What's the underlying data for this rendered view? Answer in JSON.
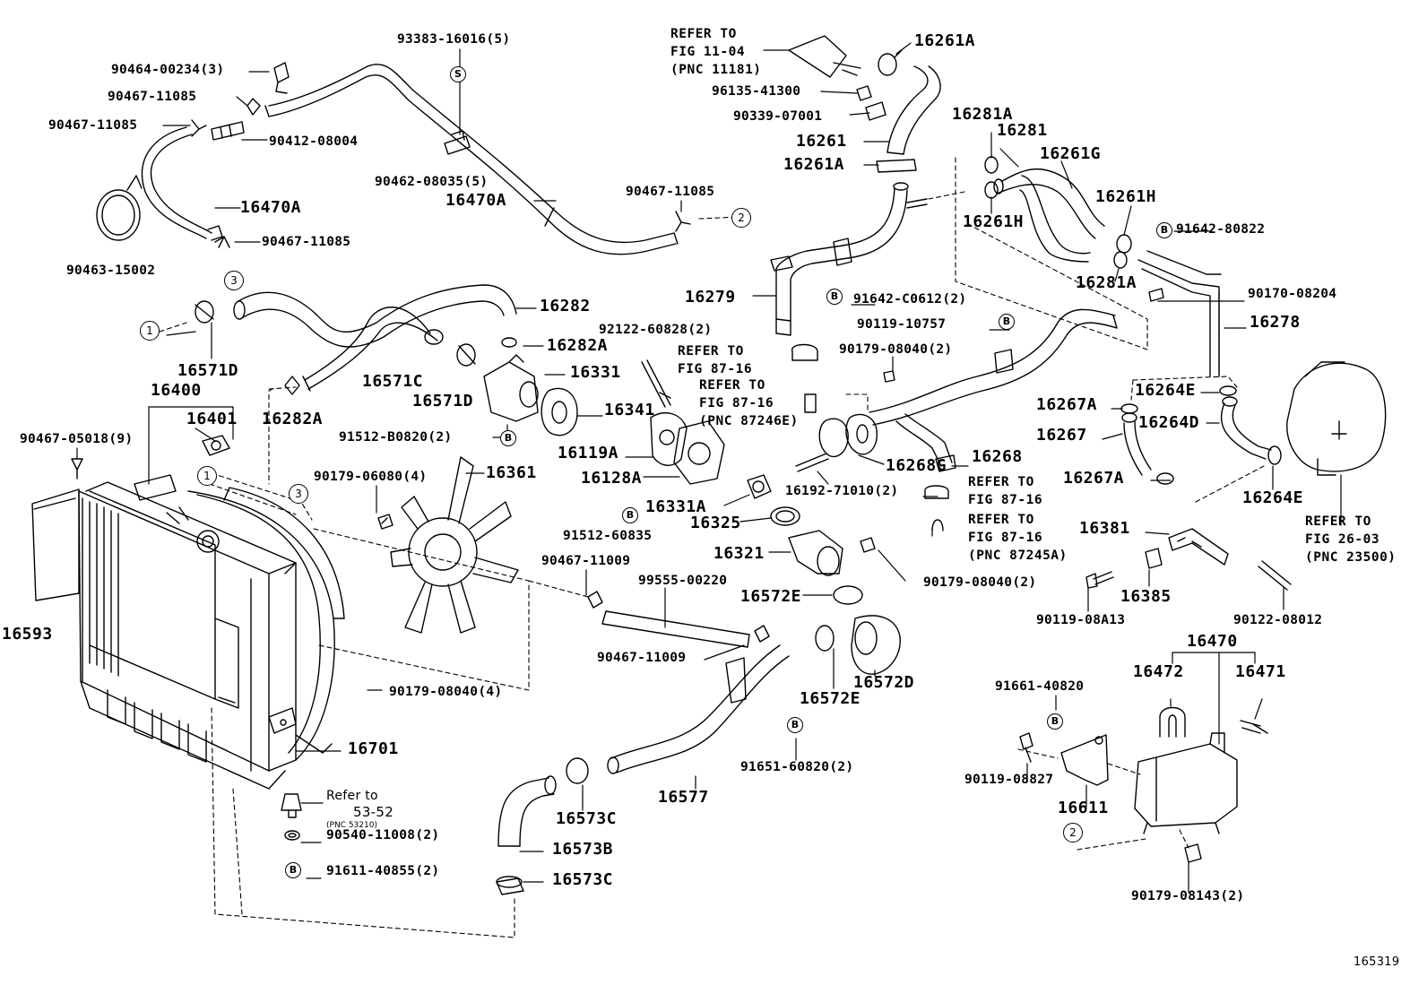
{
  "diagram_id": "165319",
  "callouts": {
    "c1": "1",
    "c2": "2",
    "c3": "3",
    "sym_b": "B",
    "sym_s": "S"
  },
  "labels": {
    "p93383": "93383-16016(5)",
    "p90464": "90464-00234(3)",
    "p90467a": "90467-11085",
    "p90467b": "90467-11085",
    "p90412": "90412-08004",
    "p90462": "90462-08035(5)",
    "p16470A_1": "16470A",
    "p16470A_2": "16470A",
    "p90467c": "90467-11085",
    "p90467d": "90467-11085",
    "p90463": "90463-15002",
    "p16282": "16282",
    "p16571D_1": "16571D",
    "p16282A_1": "16282A",
    "p16571C": "16571C",
    "p16571D_2": "16571D",
    "p16331": "16331",
    "p16282A_2": "16282A",
    "p16400": "16400",
    "p16401": "16401",
    "p90467e": "90467-05018(9)",
    "p91512b": "91512-B0820(2)",
    "p92122": "92122-60828(2)",
    "p16341": "16341",
    "p16119A": "16119A",
    "p16128A": "16128A",
    "p90179a": "90179-06080(4)",
    "p16361": "16361",
    "p16331A": "16331A",
    "p16325": "16325",
    "p91512c": "91512-60835",
    "p16321": "16321",
    "p16593": "16593",
    "p90467f": "90467-11009",
    "p99555": "99555-00220",
    "p90467g": "90467-11009",
    "p16572E_1": "16572E",
    "p16572E_2": "16572E",
    "p16572D": "16572D",
    "p90179b": "90179-08040(4)",
    "p16701": "16701",
    "p91651": "91651-60820(2)",
    "p16577": "16577",
    "p16573C_1": "16573C",
    "p16573B": "16573B",
    "p16573C_2": "16573C",
    "p90540": "90540-11008(2)",
    "p91611": "91611-40855(2)",
    "p16261A_1": "16261A",
    "p96135": "96135-41300",
    "p90339": "90339-07001",
    "p16261": "16261",
    "p16261A_2": "16261A",
    "p16281A_1": "16281A",
    "p16281": "16281",
    "p16261G": "16261G",
    "p16261H_1": "16261H",
    "p16261H_2": "16261H",
    "p91642a": "91642-80822",
    "p16279": "16279",
    "p91642b": "91642-C0612(2)",
    "p16281A_2": "16281A",
    "p90170": "90170-08204",
    "p90119a": "90119-10757",
    "p16278": "16278",
    "p90179c": "90179-08040(2)",
    "p16264E_1": "16264E",
    "p16267A_1": "16267A",
    "p16264D": "16264D",
    "p16267": "16267",
    "p16268G": "16268G",
    "p16268": "16268",
    "p16192": "16192-71010(2)",
    "p16267A_2": "16267A",
    "p16264E_2": "16264E",
    "p16381": "16381",
    "p90179d": "90179-08040(2)",
    "p16385": "16385",
    "p90119b": "90119-08A13",
    "p90122": "90122-08012",
    "p16470": "16470",
    "p16472": "16472",
    "p16471": "16471",
    "p91661": "91661-40820",
    "p90119c": "90119-08827",
    "p16611": "16611",
    "p90179e": "90179-08143(2)"
  },
  "refs": {
    "r_fig1104": "REFER TO\nFIG 11-04\n(PNC 11181)",
    "r_fig8716a": "REFER TO\nFIG 87-16",
    "r_fig8716b": "REFER TO\nFIG 87-16\n(PNC 87246E)",
    "r_fig8716c": "REFER TO\nFIG 87-16",
    "r_fig8716d": "REFER TO\nFIG 87-16\n(PNC 87245A)",
    "r_fig2603": "REFER TO\nFIG 26-03\n(PNC 23500)",
    "r_53_title": "Refer to",
    "r_53_num": "53-52",
    "r_53_pnc": "(PNC 53210)"
  }
}
